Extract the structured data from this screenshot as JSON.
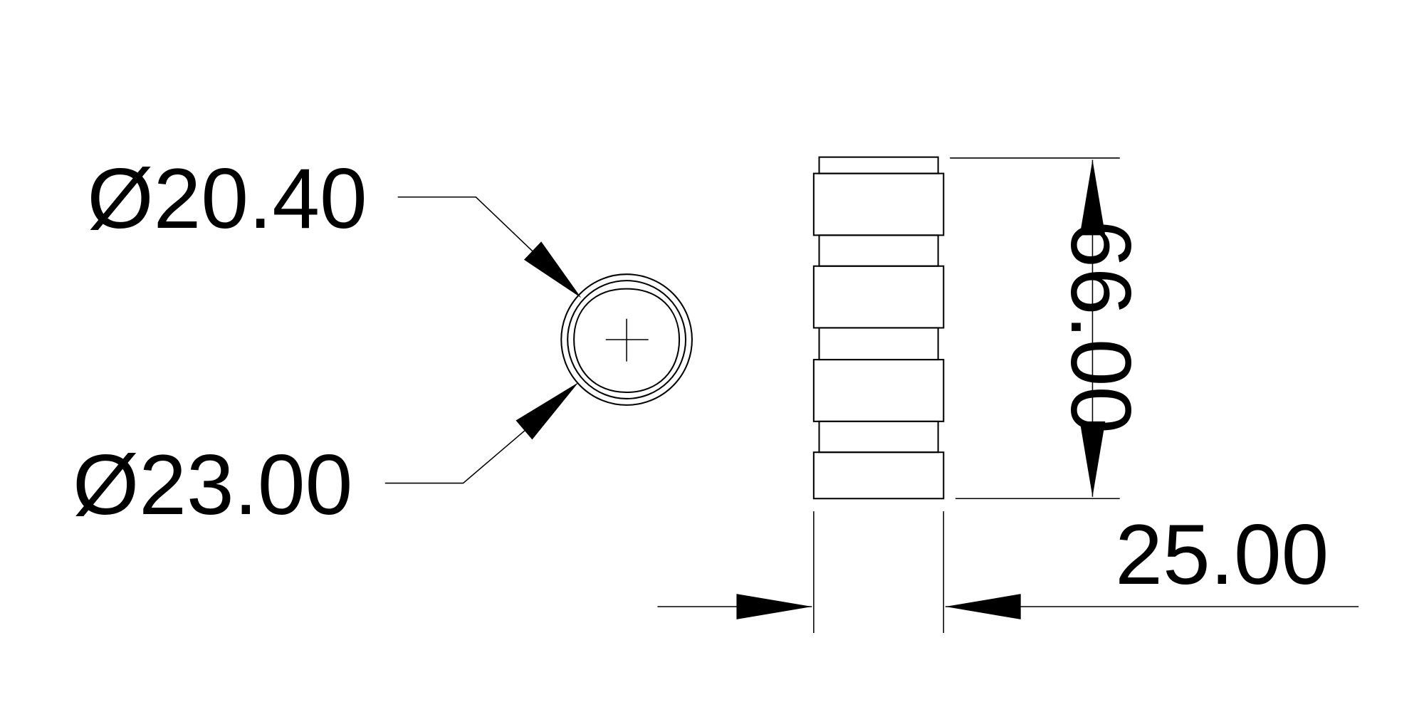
{
  "dimensions": {
    "inner_diameter": "Ø20.40",
    "outer_diameter": "Ø23.00",
    "length": "66.00",
    "width": "25.00"
  },
  "colors": {
    "line": "#000000",
    "background": "#ffffff"
  }
}
